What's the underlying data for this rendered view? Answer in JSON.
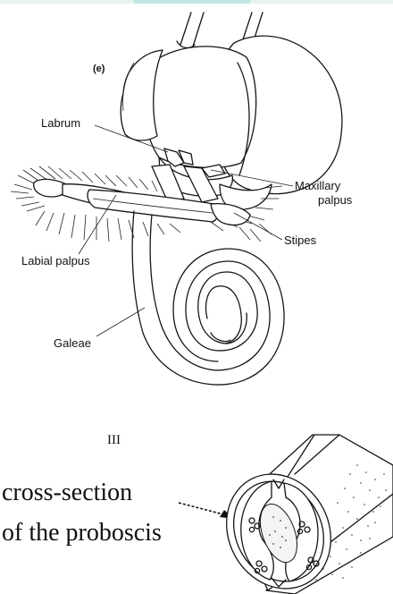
{
  "panel_label": "(e)",
  "labels": {
    "labrum": "Labrum",
    "maxillary_palpus_line1": "Maxillary",
    "maxillary_palpus_line2": "palpus",
    "stipes": "Stipes",
    "labial_palpus": "Labial palpus",
    "galeae": "Galeae"
  },
  "section_numeral": "III",
  "cross_section_caption": {
    "line1": "cross-section",
    "line2": "of the proboscis"
  },
  "colors": {
    "ink": "#151515",
    "paper": "#ffffff",
    "top_edge": "#bfe6e2"
  }
}
